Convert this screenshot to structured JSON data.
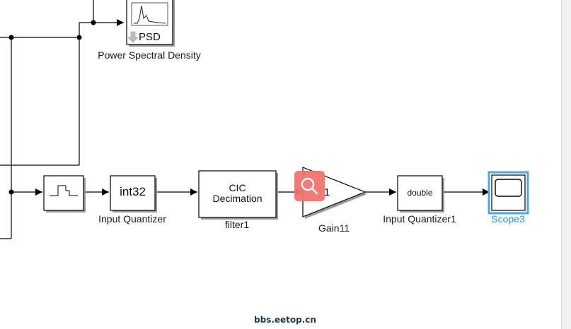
{
  "blocks": {
    "psd": {
      "icon_text": "PSD",
      "label": "Power Spectral Density"
    },
    "quantizer": {
      "text": "int32",
      "label": "Input Quantizer"
    },
    "cic": {
      "line1": "CIC",
      "line2": "Decimation",
      "label": "filter1"
    },
    "gain": {
      "value": "1",
      "label": "Gain11"
    },
    "quantizer1": {
      "text": "double",
      "label": "Input Quantizer1"
    },
    "scope": {
      "label": "Scope3"
    }
  },
  "colors": {
    "selection": "#4ea6e6",
    "selected_label": "#2a8fd9",
    "search_badge": "#f07470"
  },
  "watermark": "bbs.eetop.cn"
}
